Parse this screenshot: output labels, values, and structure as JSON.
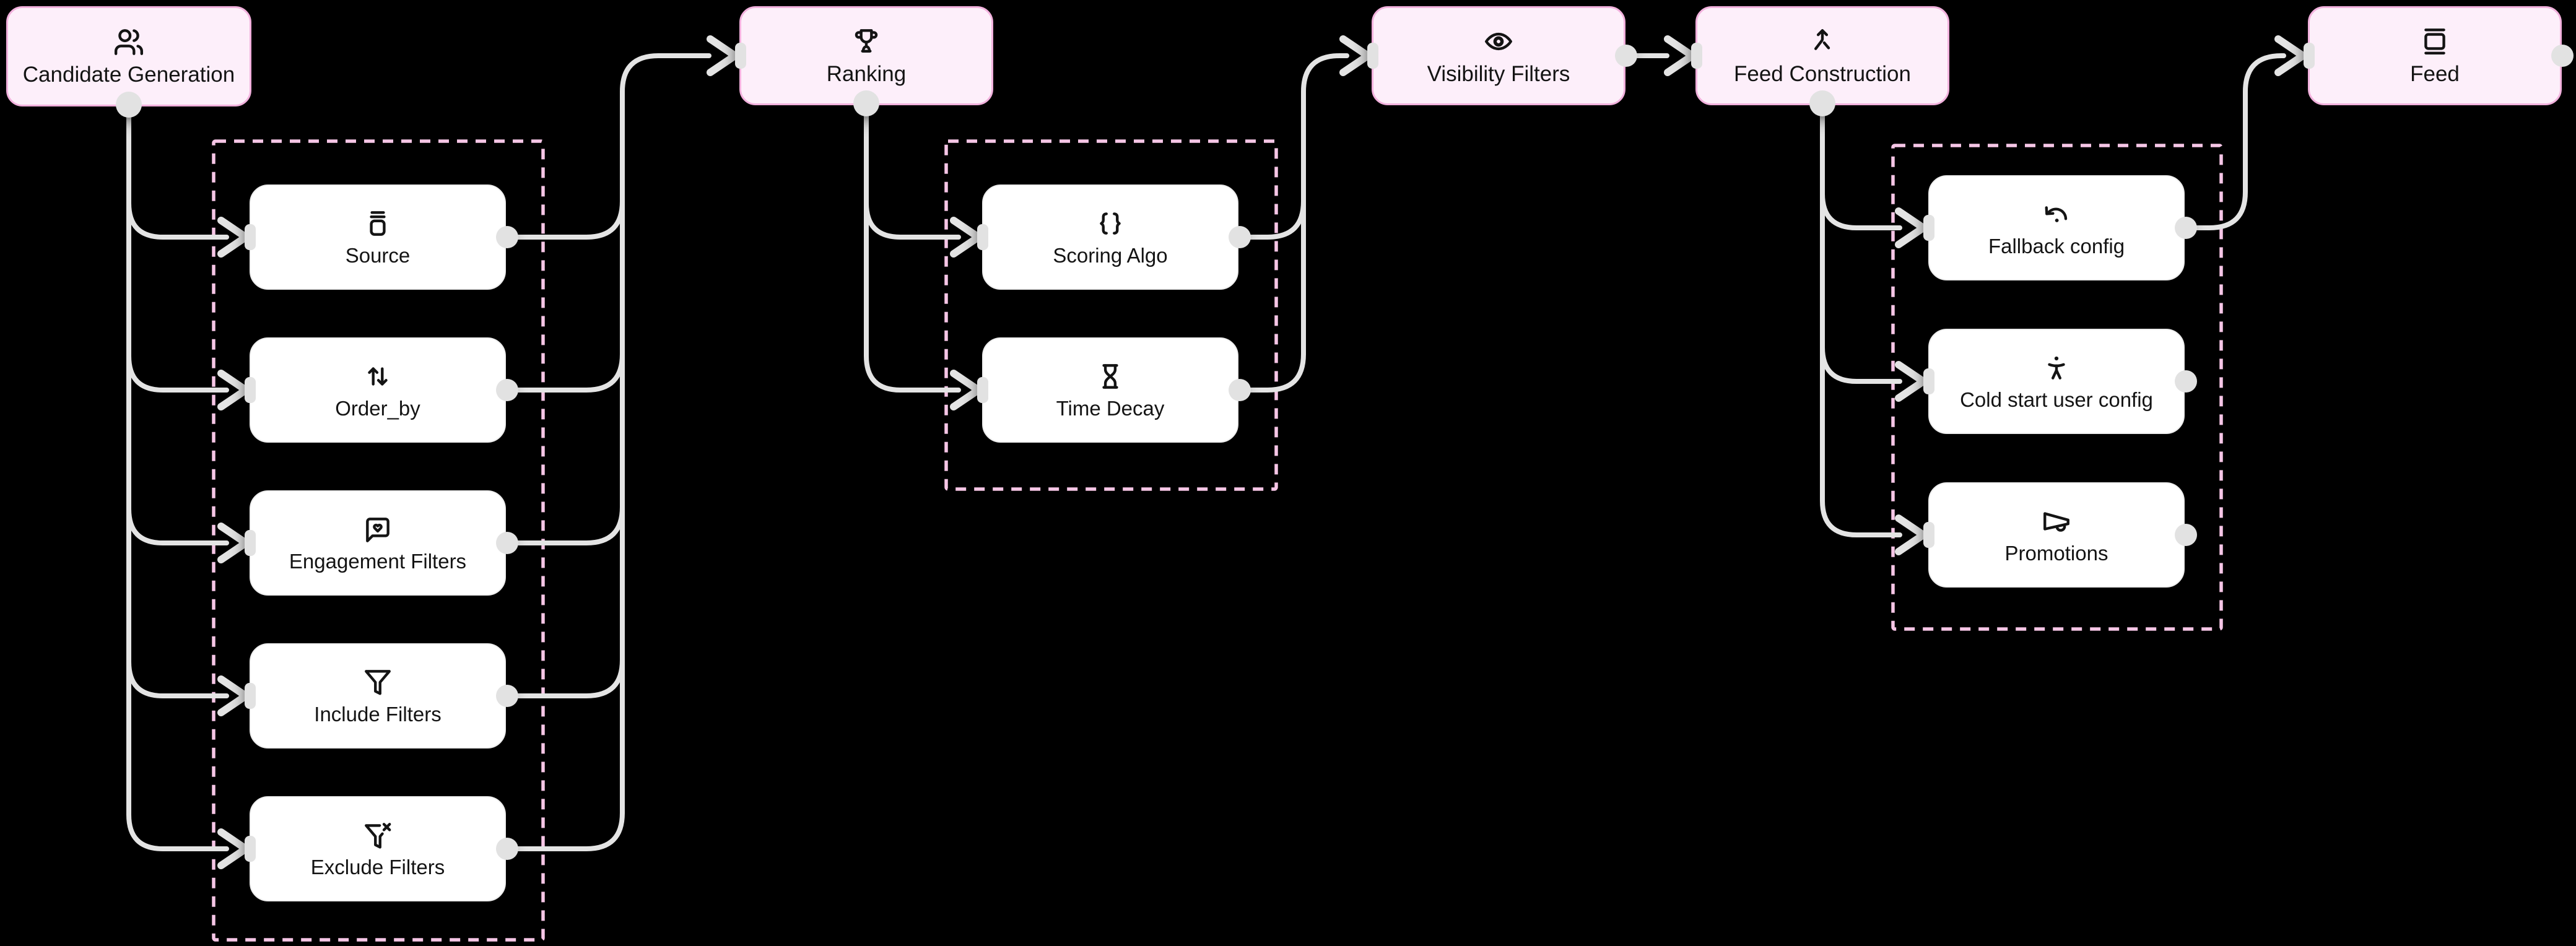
{
  "canvas": {
    "background": "#000000",
    "colors": {
      "edge": "#e4e4e4",
      "port": "#e2e2e2",
      "stage_fill": "#fdeffa",
      "stage_border": "#f2b1dd",
      "task_fill": "#ffffff",
      "task_border": "#ededed",
      "group_border": "#f6c6e6",
      "text": "#141414"
    }
  },
  "nodes": {
    "candidate_generation": {
      "label": "Candidate Generation",
      "icon": "users-icon"
    },
    "ranking": {
      "label": "Ranking",
      "icon": "trophy-icon"
    },
    "visibility_filters": {
      "label": "Visibility Filters",
      "icon": "eye-icon"
    },
    "feed_construction": {
      "label": "Feed Construction",
      "icon": "merge-arrow-icon"
    },
    "feed": {
      "label": "Feed",
      "icon": "gallery-vertical-icon"
    },
    "source": {
      "label": "Source",
      "icon": "jar-icon"
    },
    "order_by": {
      "label": "Order_by",
      "icon": "arrow-up-down-icon"
    },
    "engagement_filters": {
      "label": "Engagement Filters",
      "icon": "message-heart-icon"
    },
    "include_filters": {
      "label": "Include Filters",
      "icon": "funnel-icon"
    },
    "exclude_filters": {
      "label": "Exclude Filters",
      "icon": "funnel-x-icon"
    },
    "scoring_algo": {
      "label": "Scoring Algo",
      "icon": "braces-icon"
    },
    "time_decay": {
      "label": "Time Decay",
      "icon": "hourglass-icon"
    },
    "fallback_config": {
      "label": "Fallback config",
      "icon": "undo-dot-icon"
    },
    "cold_start_user_config": {
      "label": "Cold start user config",
      "icon": "person-standing-icon"
    },
    "promotions": {
      "label": "Promotions",
      "icon": "megaphone-icon"
    }
  }
}
